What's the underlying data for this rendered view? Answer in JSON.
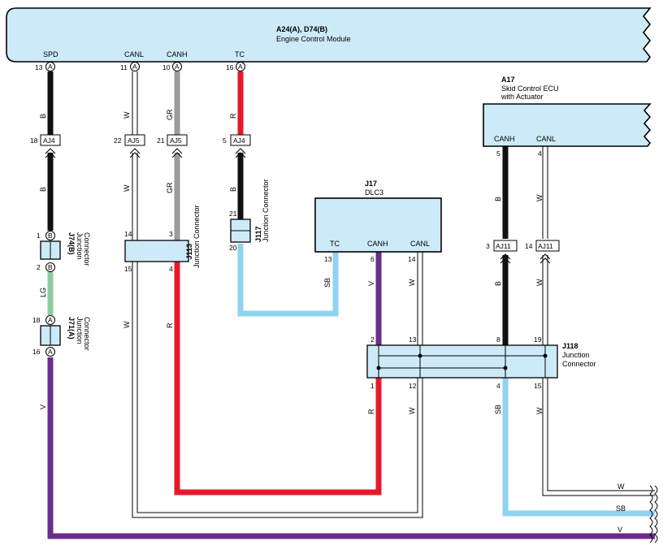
{
  "colors": {
    "black": "#111111",
    "gray": "#9a9a9a",
    "red": "#e8182b",
    "light_blue": "#8fd3f0",
    "violet": "#6a2d8c",
    "light_green": "#8ccba1",
    "white": "#ffffff",
    "box_fill": "#cdeaf8"
  },
  "ecm": {
    "code": "A24(A), D74(B)",
    "name": "Engine Control Module",
    "terminals": [
      "SPD",
      "CANL",
      "CANH",
      "TC"
    ]
  },
  "skid": {
    "code": "A17",
    "name_line1": "Skid Control ECU",
    "name_line2": "with Actuator",
    "terminals": [
      "CANH",
      "CANL"
    ]
  },
  "dlc3": {
    "code": "J17",
    "name": "DLC3",
    "terminals": [
      "TC",
      "CANH",
      "CANL"
    ]
  },
  "j118": {
    "code": "J118",
    "name_line1": "Junction",
    "name_line2": "Connector"
  },
  "j113": {
    "code": "J113",
    "name": "Junction Connector"
  },
  "j117": {
    "code": "J117",
    "name": "Junction Connector"
  },
  "j74": {
    "code": "J74(B)",
    "name_line1": "Junction",
    "name_line2": "Connector"
  },
  "j71": {
    "code": "J71(A)",
    "name_line1": "Junction",
    "name_line2": "Connector"
  },
  "connectors": {
    "aj4": "AJ4",
    "aj5": "AJ5",
    "aj11": "AJ11"
  },
  "markers": {
    "a": "A",
    "b": "B"
  },
  "pins": {
    "ecm_spd": "13",
    "ecm_canl": "11",
    "ecm_canh": "10",
    "ecm_tc": "16",
    "aj4_spd": "18",
    "aj5_canl": "22",
    "aj5_canh": "21",
    "aj4_tc": "5",
    "j74_top": "1",
    "j74_bot": "2",
    "j71_top": "18",
    "j71_bot": "16",
    "j113_canl_in": "14",
    "j113_canh_in": "3",
    "j113_canl_out": "15",
    "j113_canh_out": "4",
    "j117_top": "21",
    "j117_bot": "20",
    "dlc_tc": "13",
    "dlc_canh": "6",
    "dlc_canl": "14",
    "j118_2": "2",
    "j118_13": "13",
    "j118_8": "8",
    "j118_19": "19",
    "j118_1": "1",
    "j118_12": "12",
    "j118_4": "4",
    "j118_15": "15",
    "skid_canh": "5",
    "skid_canl": "4",
    "aj11_canh": "3",
    "aj11_canl": "14"
  },
  "wire_labels": {
    "spd_upper": "B",
    "spd_mid": "B",
    "spd_lg": "LG",
    "spd_v": "V",
    "canl_1": "W",
    "canl_2": "W",
    "canl_3": "W",
    "canh_1": "GR",
    "canh_2": "GR",
    "canh_3": "R",
    "tc_1": "R",
    "tc_2": "B",
    "tc_sb": "SB",
    "dlc_v": "V",
    "dlc_w": "W",
    "j118_r": "R",
    "j118_w": "W",
    "skid_b1": "B",
    "skid_w1": "W",
    "skid_b2": "B",
    "skid_w2": "W",
    "j118_sb": "SB",
    "j118_w2": "W",
    "out_w": "W",
    "out_sb": "SB",
    "out_v": "V"
  }
}
